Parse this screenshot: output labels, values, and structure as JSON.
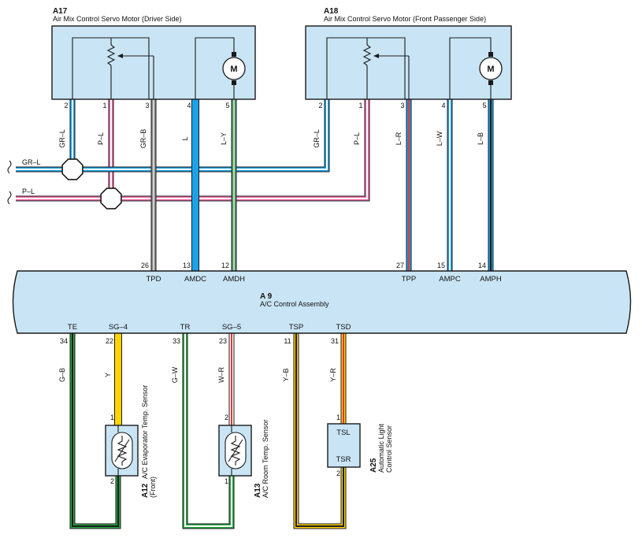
{
  "components": {
    "a17": {
      "code": "A17",
      "name": "Air Mix Control Servo Motor (Driver Side)",
      "motor_label": "M"
    },
    "a18": {
      "code": "A18",
      "name": "Air Mix Control Servo Motor (Front Passenger Side)",
      "motor_label": "M"
    },
    "a9": {
      "code": "A 9",
      "name": "A/C Control Assembly"
    },
    "a12": {
      "code": "A12",
      "name": "A/C Evaporator Temp. Sensor",
      "sub": "(Front)"
    },
    "a13": {
      "code": "A13",
      "name": "A/C Room Temp. Sensor"
    },
    "a25": {
      "code": "A25",
      "name": "Automatic Light",
      "name2": "Control Sensor",
      "term_top": "TSL",
      "term_bottom": "TSR"
    }
  },
  "a17_pins": [
    "2",
    "1",
    "3",
    "4",
    "5"
  ],
  "a18_pins": [
    "2",
    "1",
    "3",
    "4",
    "5"
  ],
  "a17_wires": [
    "GR–L",
    "P–L",
    "GR–B",
    "L",
    "L–Y"
  ],
  "a18_wires": [
    "GR–L",
    "P–L",
    "L–R",
    "L–W",
    "L–B"
  ],
  "side_wires": {
    "grl": "GR–L",
    "pl": "P–L"
  },
  "a9_top": {
    "pins": [
      "26",
      "13",
      "12",
      "27",
      "15",
      "14"
    ],
    "terms": [
      "TPD",
      "AMDC",
      "AMDH",
      "TPP",
      "AMPC",
      "AMPH"
    ]
  },
  "a9_bottom": {
    "terms": [
      "TE",
      "SG–4",
      "TR",
      "SG–5",
      "TSP",
      "TSD"
    ],
    "pins": [
      "34",
      "22",
      "33",
      "23",
      "11",
      "31"
    ],
    "wires": [
      "G–B",
      "Y",
      "G–W",
      "W–R",
      "Y–B",
      "Y–R"
    ]
  },
  "sensor_pins": {
    "a12_top": "1",
    "a12_bottom": "2",
    "a13_top": "2",
    "a13_bottom": "1",
    "a25_top": "1",
    "a25_bottom": "2"
  },
  "colors": {
    "box_fill": "#c9e5f5",
    "blue": "#1aa3e8",
    "pink": "#ef6aa8",
    "gray": "#8c8c8c",
    "yellow": "#ffd400",
    "green": "#27a844",
    "red": "#e5363a",
    "white": "#ffffff"
  }
}
